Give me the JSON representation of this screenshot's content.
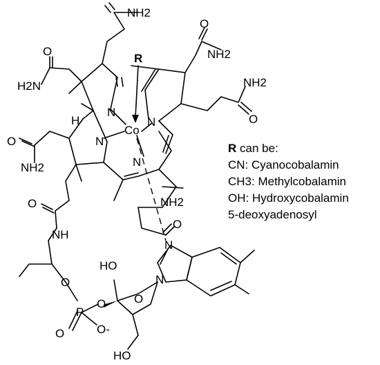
{
  "atoms": {
    "co": "Co",
    "r_label": "R",
    "n": "N",
    "h": "H",
    "o": "O",
    "p": "P",
    "nh2_top": "NH2",
    "h2n_left": "H2N",
    "nh2_right_top": "NH2",
    "nh2_right": "NH2",
    "nh2_left": "NH2",
    "nh2_center": "NH2",
    "nh": "NH",
    "ho": "HO",
    "o_minus": "O-",
    "ho_bottom": "HO"
  },
  "legend": {
    "title_bold": "R",
    "title_rest": " can be:",
    "items": [
      "CN: Cyanocobalamin",
      "CH3: Methylcobalamin",
      "OH: Hydroxycobalamin",
      "5-deoxyadenosyl"
    ]
  }
}
